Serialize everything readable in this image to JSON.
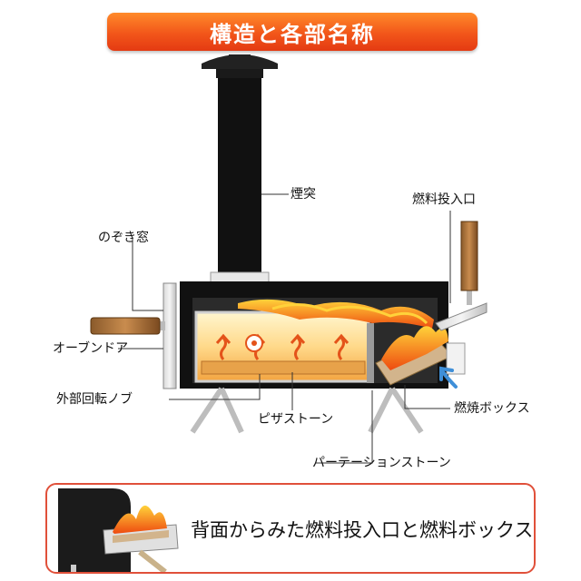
{
  "title": "構造と各部名称",
  "labels": {
    "chimney": "煙突",
    "fuel_inlet": "燃料投入口",
    "peep_window": "のぞき窓",
    "oven_door": "オーブンドア",
    "outer_rotation_knob": "外部回転ノブ",
    "pizza_stone": "ピザストーン",
    "partition_stone": "パーテーションストーン",
    "fuel_box": "燃焼ボックス"
  },
  "bottom_caption": "背面からみた燃料投入口と燃料ボックス",
  "colors": {
    "banner_top": "#ff8a2a",
    "banner_bottom": "#e43a12",
    "caption_border": "#e0503a",
    "oven_body": "#111111",
    "flame": "#f5731c",
    "stone": "#f4b85a",
    "arrow_blue": "#3f8fd8"
  }
}
